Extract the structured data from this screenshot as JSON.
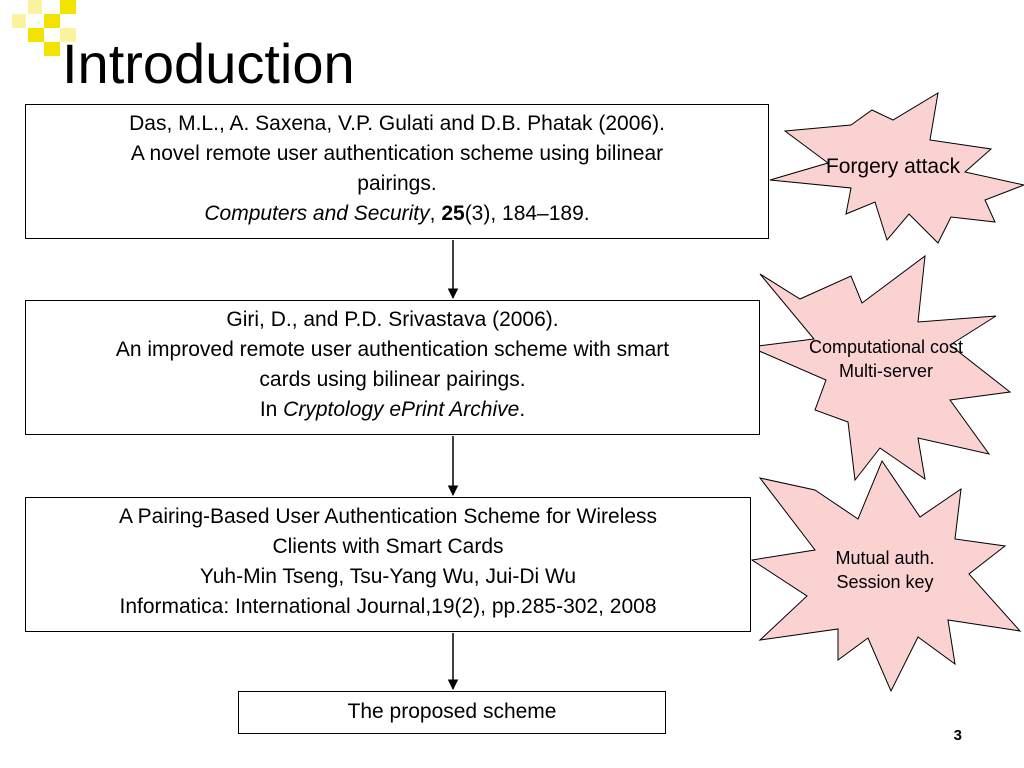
{
  "slide": {
    "title": "Introduction",
    "page_number": "3"
  },
  "references": [
    {
      "authors": "Das, M.L., A. Saxena, V.P. Gulati and D.B. Phatak (2006).",
      "title_line1": "A novel remote user authentication scheme using bilinear",
      "title_line2": "pairings.",
      "journal": "Computers and Security",
      "sep": ", ",
      "volume": "25",
      "pages": "(3), 184–189."
    },
    {
      "authors": "Giri, D., and P.D. Srivastava (2006).",
      "title_line1": "An improved remote user authentication scheme with smart",
      "title_line2": "cards using bilinear pairings.",
      "in": "In ",
      "venue": "Cryptology ePrint Archive",
      "end": "."
    },
    {
      "title_line1": "A Pairing-Based User Authentication Scheme for Wireless",
      "title_line2": "Clients with Smart Cards",
      "authors": "Yuh-Min Tseng, Tsu-Yang Wu, Jui-Di Wu",
      "journal": "Informatica: International Journal,19(2), pp.285-302, 2008"
    },
    {
      "title": "The proposed scheme"
    }
  ],
  "callouts": [
    {
      "line1": "Forgery attack"
    },
    {
      "line1": "Computational cost",
      "line2": "Multi-server"
    },
    {
      "line1": "Mutual auth.",
      "line2": "Session key"
    }
  ],
  "colors": {
    "star_fill": "#fbd2d2",
    "deco_square": "#f3e400",
    "deco_square_light": "#fbf3a0"
  }
}
